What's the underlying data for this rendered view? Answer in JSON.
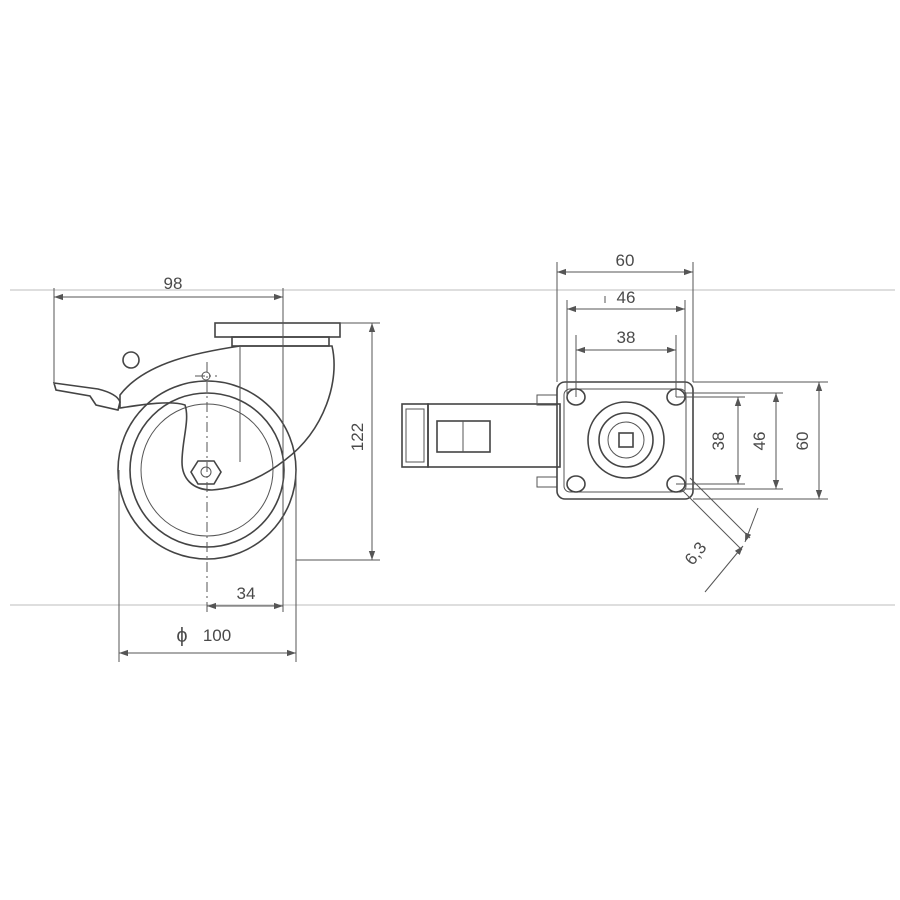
{
  "side_view": {
    "dim_width": "98",
    "dim_height": "122",
    "dim_offset": "34",
    "dim_wheel": "100",
    "diameter_symbol": "ϕ"
  },
  "top_view": {
    "dim_plate_width": "60",
    "dim_hole_spacing_outer": "46",
    "dim_hole_spacing_inner": "38",
    "dim_plate_height": "60",
    "dim_hole_v_outer": "46",
    "dim_hole_v_inner": "38",
    "dim_hole_diameter": "6,3"
  }
}
